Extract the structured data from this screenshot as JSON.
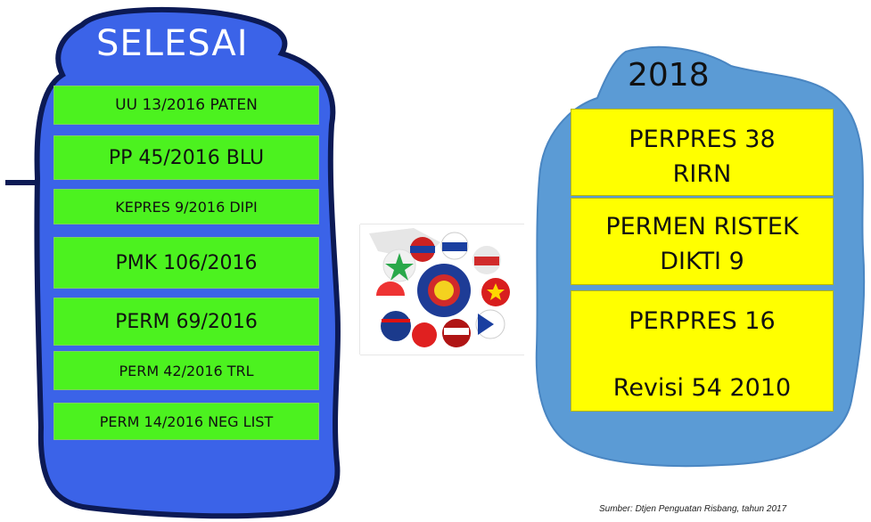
{
  "left_panel": {
    "title": "SELESAI",
    "items": [
      "UU 13/2016 PATEN",
      "PP 45/2016 BLU",
      "KEPRES 9/2016 DIPI",
      "PMK 106/2016",
      "PERM 69/2016",
      "PERM 42/2016 TRL",
      "PERM 14/2016 NEG LIST"
    ]
  },
  "right_panel": {
    "title": "2018",
    "items": [
      {
        "line1": "PERPRES 38",
        "line2": "RIRN"
      },
      {
        "line1": "PERMEN RISTEK",
        "line2": "DIKTI 9"
      },
      {
        "line1": "PERPRES 16",
        "line2": "Revisi 54 2010"
      }
    ]
  },
  "center_image": {
    "icon": "asean-flag-balls-image"
  },
  "source_note": "Sumber: Dtjen Penguatan Risbang,  tahun 2017",
  "colors": {
    "left_blob": "#3b63e8",
    "left_blob_outline": "#0c1a55",
    "right_blob": "#5b9bd5",
    "green_box": "#4cf21f",
    "yellow_box": "#ffff00"
  }
}
